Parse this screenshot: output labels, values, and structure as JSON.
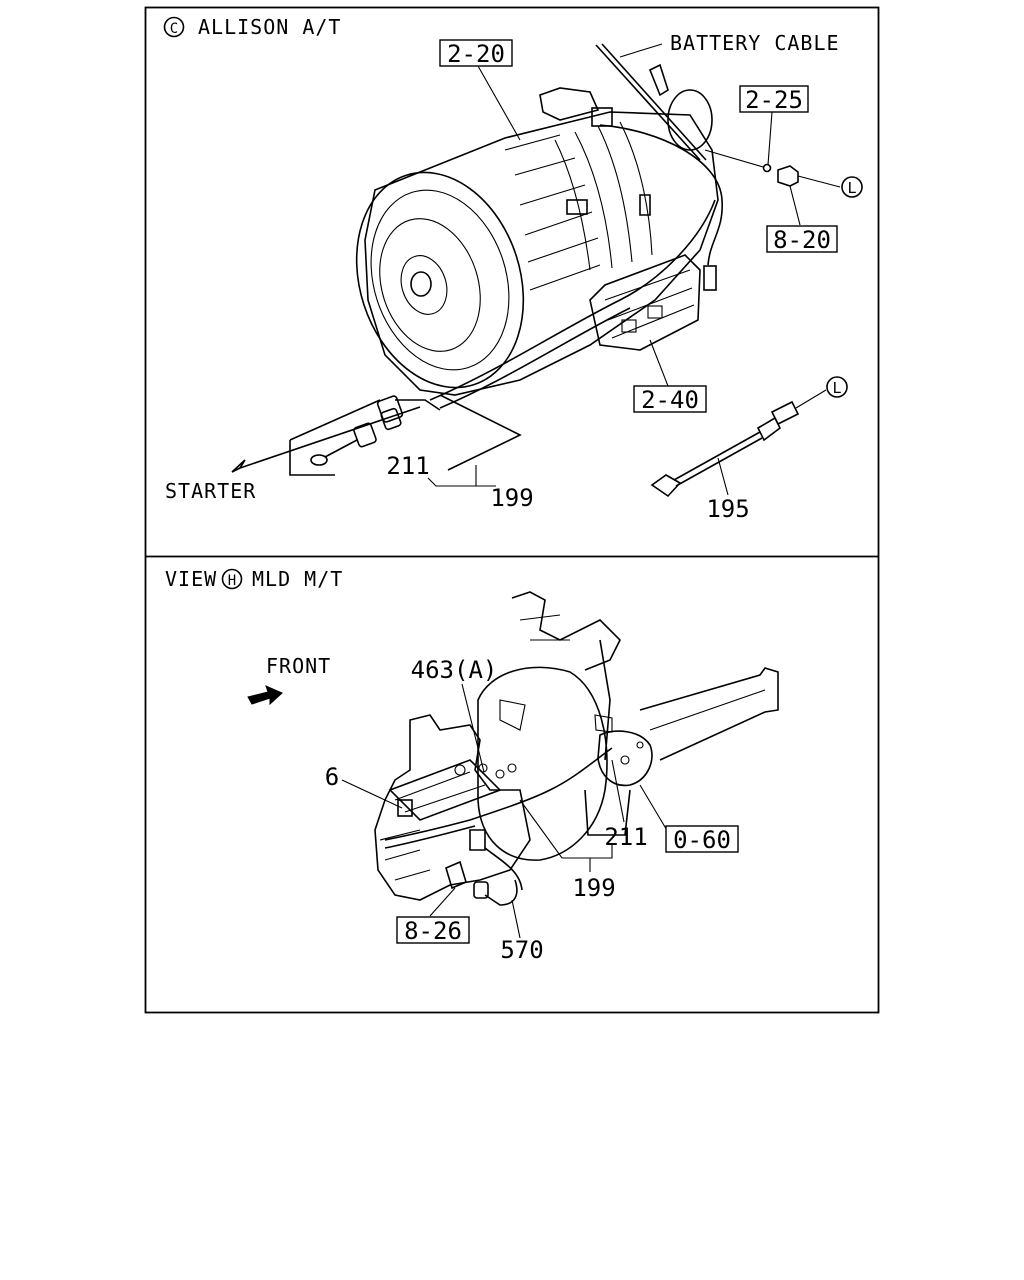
{
  "panel_top": {
    "circle_letter": "C",
    "title": "ALLISON A/T",
    "labels": {
      "battery_cable": "BATTERY CABLE",
      "starter": "STARTER"
    },
    "boxed_refs": [
      "2-20",
      "2-25",
      "8-20",
      "2-40"
    ],
    "part_numbers": [
      "211",
      "199",
      "195"
    ],
    "connector_letters": [
      "L",
      "L"
    ]
  },
  "panel_bottom": {
    "prefix": "VIEW",
    "circle_letter": "H",
    "title": "MLD M/T",
    "labels": {
      "front": "FRONT"
    },
    "boxed_refs": [
      "0-60",
      "8-26"
    ],
    "part_numbers": [
      "463(A)",
      "6",
      "211",
      "199",
      "570"
    ]
  }
}
